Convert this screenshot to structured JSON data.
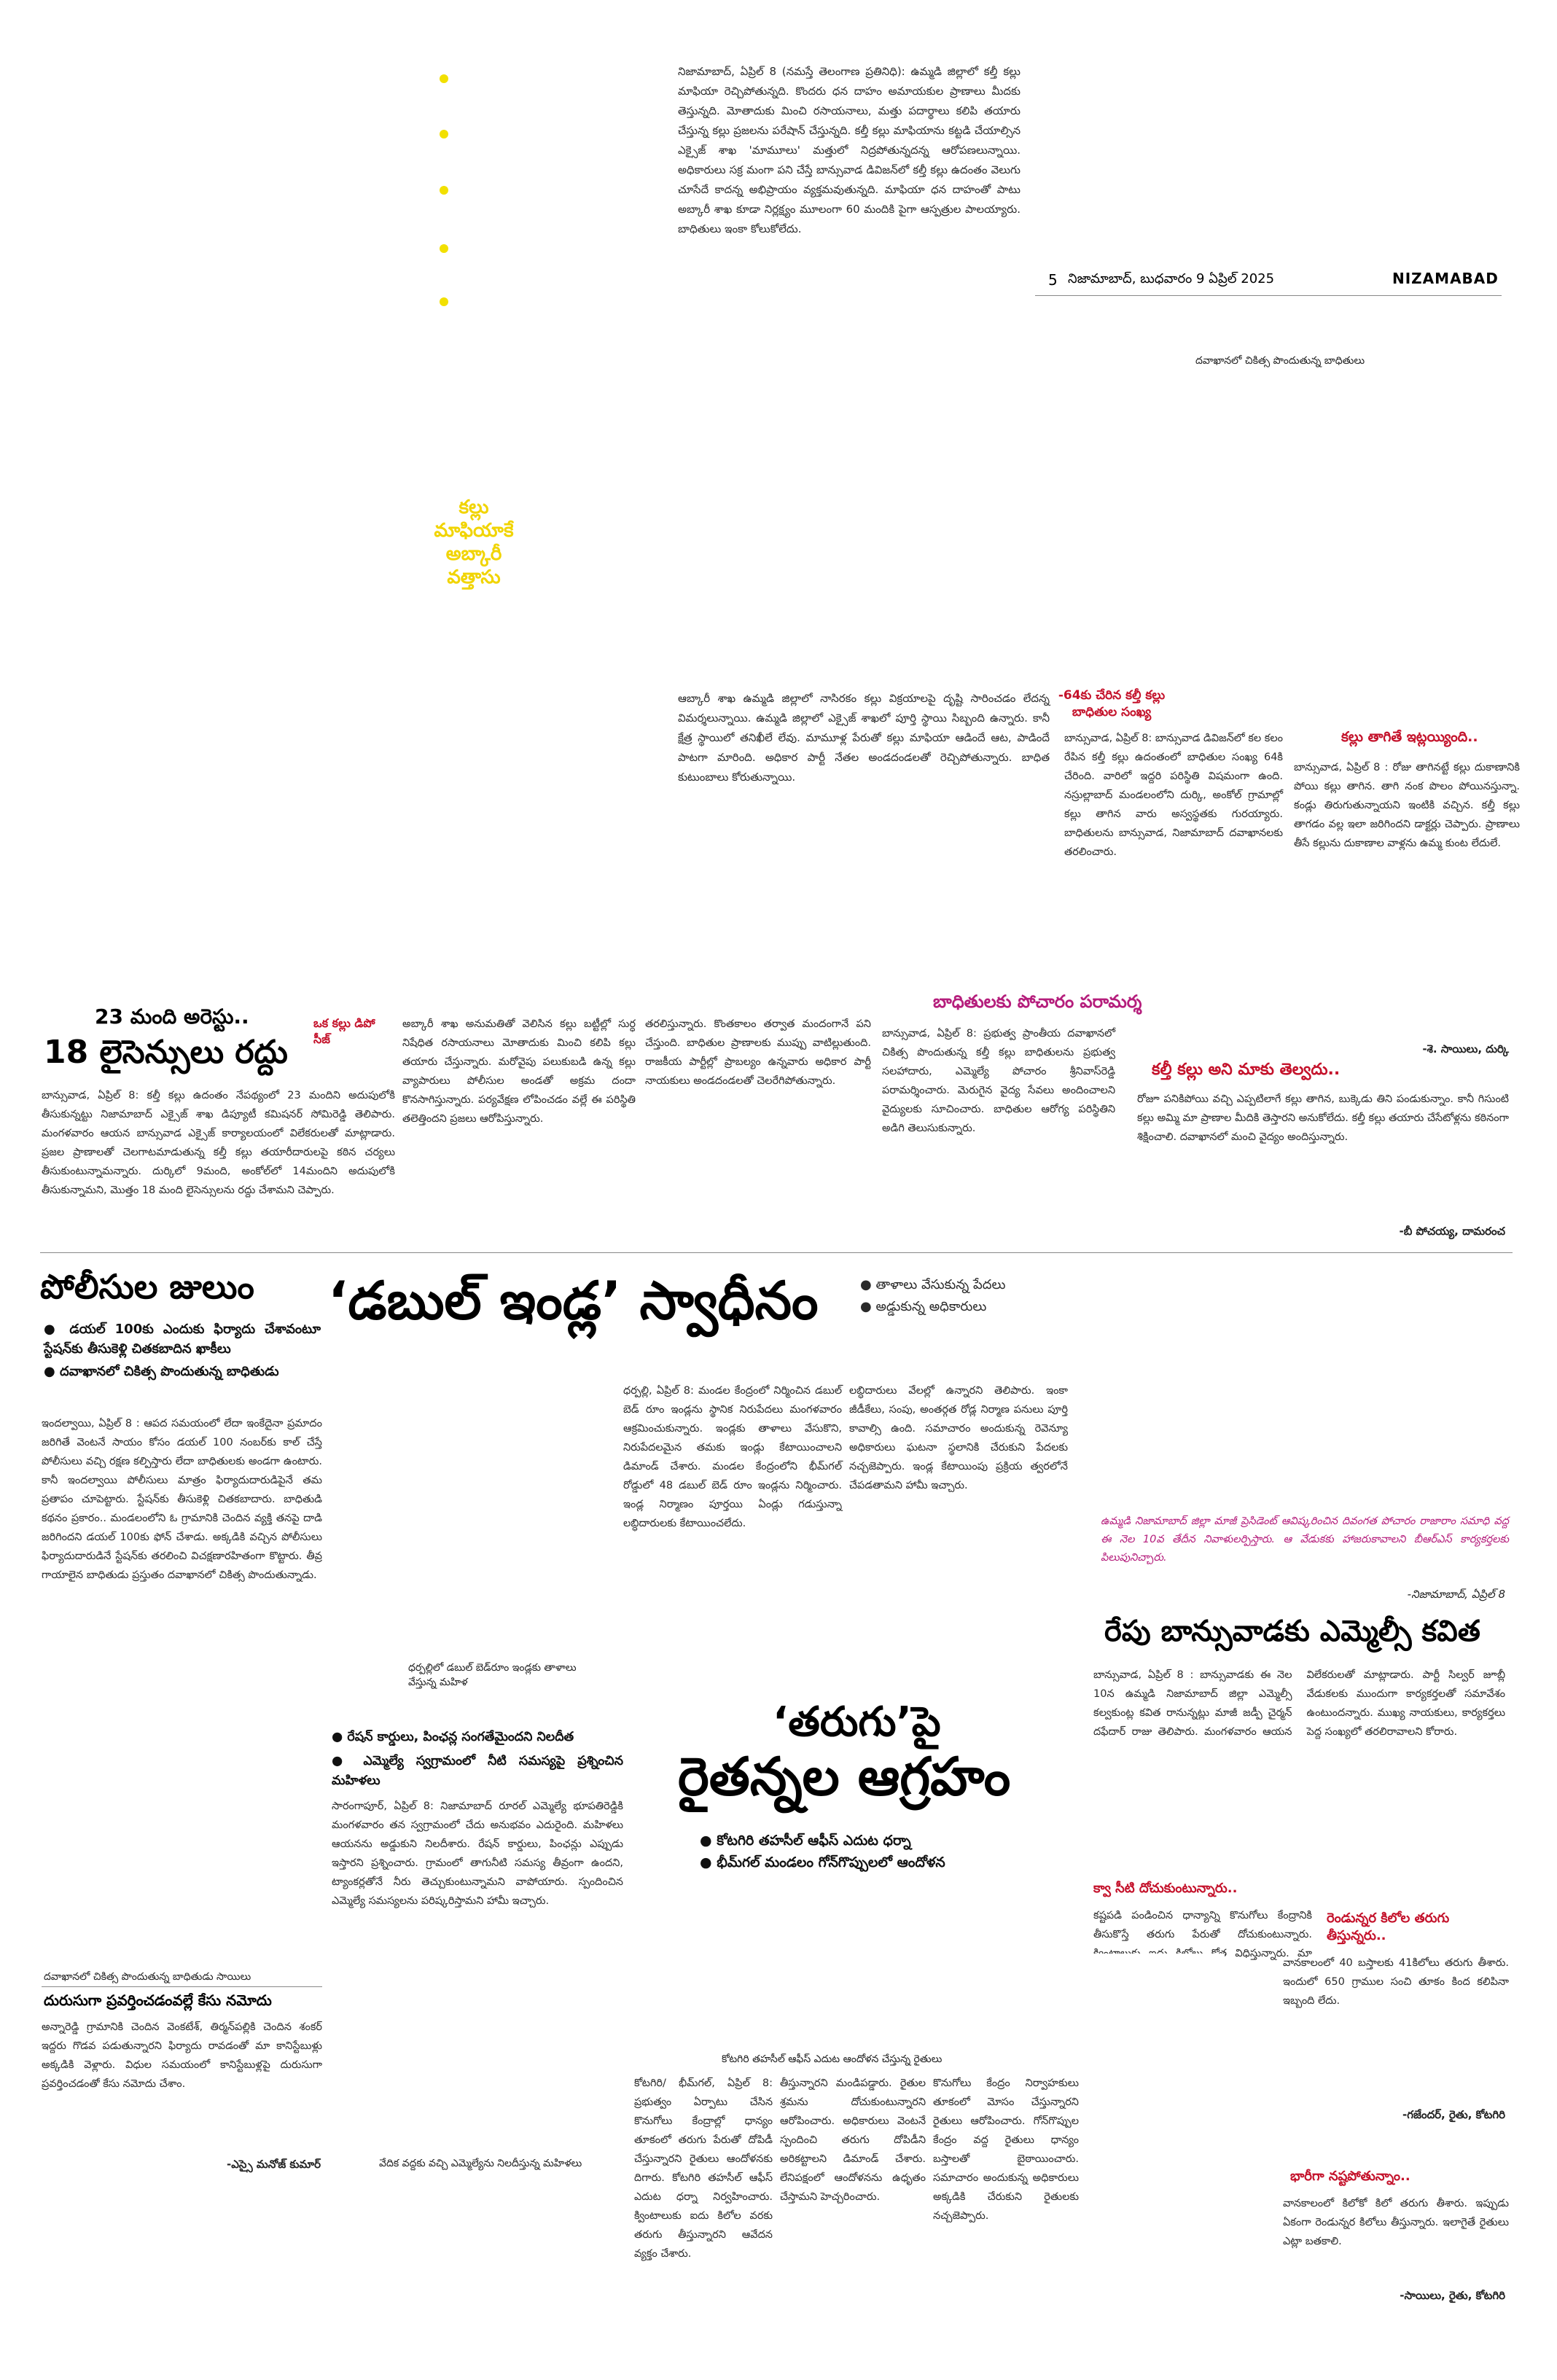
{
  "masthead": {
    "page_no": "5",
    "dateline": "నిజామాబాద్, బుధవారం 9 ఏప్రిల్ 2025",
    "section": "NIZAMABAD"
  },
  "top_story": {
    "head": [
      "కల్లు",
      "మాఫియాకే",
      "అబ్కారీ",
      "వత్తాసు"
    ],
    "intro": "నిజామాబాద్, ఏప్రిల్ 8 (నమస్తే తెలంగాణ ప్రతినిధి): ఉమ్మడి జిల్లాలో కల్తీ కల్లు మాఫియా రెచ్చిపోతున్నది. కొందరు ధన దాహం అమాయకుల ప్రాణాలు మీదకు తెస్తున్నది. మోతాదుకు మించి రసాయనాలు, మత్తు పదార్థాలు కలిపి తయారు చేస్తున్న కల్లు ప్రజలను పరేషాన్ చేస్తున్నది. కల్తీ కల్లు మాఫియాను కట్టడి చేయాల్సిన ఎక్సైజ్ శాఖ 'మామూలు' మత్తులో నిద్రపోతున్నదన్న ఆరోపణలున్నాయి. అధికారులు సక్ర మంగా పని చేస్తే బాన్సువాడ డివిజన్‌లో కల్తీ కల్లు ఉదంతం వెలుగు చూసేదే కాదన్న అభిప్రాయం వ్యక్తమవుతున్నది. మాఫియా ధన దాహంతో పాటు అబ్కారీ శాఖ కూడా నిర్లక్ష్యం మూలంగా 60 మందికి పైగా ఆస్పత్రుల పాలయ్యారు. బాధితులు ఇంకా కోలుకోలేదు.",
    "caption": "దవాఖానలో చికిత్స పొందుతున్న బాధితులు",
    "col2": "ఆబ్కారీ శాఖ ఉమ్మడి జిల్లాలో నాసిరకం కల్లు విక్రయాలపై దృష్టి సారించడం లేదన్న విమర్శలున్నాయి. ఉమ్మడి జిల్లాలో ఎక్సైజ్ శాఖలో పూర్తి స్థాయి సిబ్బంది ఉన్నారు. కానీ క్షేత్ర స్థాయిలో తనిఖీలే లేవు. మామూళ్ల పేరుతో కల్లు మాఫియా ఆడిందే ఆట, పాడిందే పాటగా మారింది. అధికార పార్టీ నేతల అండదండలతో రెచ్చిపోతున్నారు. బాధిత కుటుంబాలు కోరుతున్నాయి.",
    "sidebar_head": "-64కు చేరిన కల్తీ కల్లు బాధితుల సంఖ్య",
    "sidebar_body": "బాన్సువాడ, ఏప్రిల్ 8: బాన్సువాడ డివిజన్‌లో కల కలం రేపిన కల్తీ కల్లు ఉదంతంలో బాధితుల సంఖ్య 64కి చేరింది. వారిలో ఇద్దరి పరిస్థితి విషమంగా ఉంది. నస్రుల్లాబాద్ మండలంలోని దుర్కి, అంకోల్ గ్రామాల్లో కల్లు తాగిన వారు అస్వస్థతకు గురయ్యారు. బాధితులను బాన్సువాడ, నిజామాబాద్ దవాఖానలకు తరలించారు."
  },
  "toddy_box": {
    "title": "కల్లు తాగితే ఇట్లయ్యింది..",
    "body": "బాన్సువాడ, ఏప్రిల్ 8 : రోజు తాగినట్టే కల్లు దుకాణానికి పోయి కల్లు తాగిన. తాగి నంక పొలం పోయినస్తున్నా. కండ్లు తిరుగుతున్నాయని ఇంటికి వచ్చిన. కల్తీ కల్లు తాగడం వల్ల ఇలా జరిగిందని డాక్టర్లు చెప్పారు. ప్రాణాలు తీసే కల్లును దుకాణాల వాళ్లను ఉమ్మ కుంట లేదులే.",
    "sig": "-శె. సాయిలు, దుర్కి"
  },
  "arrests": {
    "kicker": "23 మంది అరెస్టు..",
    "head": "18 లైసెన్సులు రద్దు",
    "tag": "ఒక కల్లు డిపో సీజ్",
    "body": "బాన్సువాడ, ఏప్రిల్ 8: కల్తీ కల్లు ఉదంతం నేపథ్యంలో 23 మందిని అదుపులోకి తీసుకున్నట్టు నిజామాబాద్ ఎక్సైజ్ శాఖ డిప్యూటీ కమిషనర్ సోమిరెడ్డి తెలిపారు. మంగళవారం ఆయన బాన్సువాడ ఎక్సైజ్ కార్యాలయంలో విలేకరులతో మాట్లాడారు. ప్రజల ప్రాణాలతో చెలగాటమాడుతున్న కల్తీ కల్లు తయారీదారులపై కఠిన చర్యలు తీసుకుంటున్నామన్నారు. దుర్కిలో 9మంది, అంకోల్‌లో 14మందిని అదుపులోకి తీసుకున్నామని, మొత్తం 18 మంది లైసెన్సులను రద్దు చేశామని చెప్పారు.",
    "col2": "అబ్కారీ శాఖ అనుమతితో వెలిసిన కల్లు బట్టీల్లో సుర్ధ నిషేధిత రసాయనాలు మోతాదుకు మించి కలిపి కల్లు తయారు చేస్తున్నారు. మరోవైపు పలుకుబడి ఉన్న కల్లు వ్యాపారులు పోలీసుల అండతో అక్రమ దందా కొనసాగిస్తున్నారు. పర్యవేక్షణ లోపించడం వల్లే ఈ పరిస్థితి తలెత్తిందని ప్రజలు ఆరోపిస్తున్నారు.",
    "col3": "తరలిస్తున్నారు. కొంతకాలం తర్వాత మందంగానే పని చేస్తుంది. బాధితుల ప్రాణాలకు ముప్పు వాటిల్లుతుంది. రాజకీయ పార్టీల్లో ప్రాబల్యం ఉన్నవారు అధికార పార్టీ నాయకులు అండదండలతో చెలరేగిపోతున్నారు."
  },
  "campaign": {
    "head": "బాధితులకు పోచారం పరామర్శ",
    "body": "బాన్సువాడ, ఏప్రిల్ 8: ప్రభుత్వ ప్రాంతీయ దవాఖానలో చికిత్స పొందుతున్న కల్తీ కల్లు బాధితులను ప్రభుత్వ సలహాదారు, ఎమ్మెల్యే పోచారం శ్రీనివాస్‌రెడ్డి పరామర్శించారు. మెరుగైన వైద్య సేవలు అందించాలని వైద్యులకు సూచించారు. బాధితుల ఆరోగ్య పరిస్థితిని అడిగి తెలుసుకున్నారు."
  },
  "telvadu": {
    "head": "కల్తీ కల్లు అని మాకు తెల్వదు..",
    "body": "రోజూ పనికిపోయి వచ్చి ఎప్పటిలాగే కల్లు తాగిన, బుక్కెడు తిని పండుకున్నాం. కానీ గిసుంటి కల్లు అమ్మి మా ప్రాణాల మీదికి తెస్తారని అనుకోలేదు. కల్తీ కల్లు తయారు చేసేటోళ్లను కఠినంగా శిక్షించాలి. దవాఖానలో మంచి వైద్యం అందిస్తున్నారు.",
    "sig": "-బీ పోచయ్య, దామరంచ"
  },
  "police": {
    "head": "పోలీసుల జులుం",
    "bullets": [
      "డయల్ 100కు ఎందుకు ఫిర్యాదు చేశావంటూ స్టేషన్‌కు తీసుకెళ్లి చితకబాదిన ఖాకీలు",
      "దవాఖానలో చికిత్స పొందుతున్న బాధితుడు"
    ],
    "body": "ఇందల్వాయి, ఏప్రిల్ 8 : ఆపద సమయంలో లేదా ఇంకేదైనా ప్రమాదం జరిగితే వెంటనే సాయం కోసం డయల్ 100 నంబర్‌కు కాల్ చేస్తే పోలీసులు వచ్చి రక్షణ కల్పిస్తారు లేదా బాధితులకు అండగా ఉంటారు. కానీ ఇందల్వాయి పోలీసులు మాత్రం ఫిర్యాదుదారుడిపైనే తమ ప్రతాపం చూపెట్టారు. స్టేషన్‌కు తీసుకెళ్లి చితకబాదారు. బాధితుడి కథనం ప్రకారం.. మండలంలోని ఓ గ్రామానికి చెందిన వ్యక్తి తనపై దాడి జరిగిందని డయల్ 100కు ఫోన్ చేశాడు. అక్కడికి వచ్చిన పోలీసులు ఫిర్యాదుదారుడినే స్టేషన్‌కు తరలించి విచక్షణారహితంగా కొట్టారు. తీవ్ర గాయాలైన బాధితుడు ప్రస్తుతం దవాఖానలో చికిత్స పొందుతున్నాడు.",
    "caption": "దవాఖానలో చికిత్స పొందుతున్న బాధితుడు సాయిలు",
    "sub_head": "దురుసుగా ప్రవర్తించడంవల్లే కేసు నమోదు",
    "sub_body": "అన్నారెడ్డి గ్రామానికి చెందిన వెంకటేశ్, తిర్మన్‌పల్లికి చెందిన శంకర్ ఇద్దరు గొడవ పడుతున్నారని ఫిర్యాదు రావడంతో మా కానిస్టేబుళ్లు అక్కడికి వెళ్లారు. విధుల సమయంలో కానిస్టేబుళ్లపై దురుసుగా ప్రవర్తించడంతో కేసు నమోదు చేశాం.",
    "sub_sig": "-ఎస్సై మనోజ్ కుమార్"
  },
  "double": {
    "head": "‘డబుల్ ఇండ్ల’ స్వాధీనం",
    "bullets": [
      "తాళాలు వేసుకున్న పేదలు",
      "అడ్డుకున్న అధికారులు"
    ],
    "col1": "ధర్పల్లి, ఏప్రిల్ 8: మండల కేంద్రంలో నిర్మించిన డబుల్ బెడ్ రూం ఇండ్లను స్థానిక నిరుపేదలు మంగళవారం ఆక్రమించుకున్నారు. ఇండ్లకు తాళాలు వేసుకొని, నిరుపేదలమైన తమకు ఇండ్లు కేటాయించాలని డిమాండ్ చేశారు. మండల కేంద్రంలోని భీమ్‌గల్ రోడ్డులో 48 డబుల్ బెడ్ రూం ఇండ్లను నిర్మించారు. ఇండ్ల నిర్మాణం పూర్తయి ఏండ్లు గడుస్తున్నా లబ్ధిదారులకు కేటాయించలేదు.",
    "col2": "లబ్ధిదారులు వేలల్లో ఉన్నారని తెలిపారు. ఇంకా జీడీకేలు, సంపు, అంతర్గత రోడ్ల నిర్మాణ పనులు పూర్తి కావాల్సి ఉంది. సమాచారం అందుకున్న రెవెన్యూ అధికారులు ఘటనా స్థలానికి చేరుకుని పేదలకు నచ్చజెప్పారు. ఇండ్ల కేటాయింపు ప్రక్రియ త్వరలోనే చేపడతామని హామీ ఇచ్చారు.",
    "caption": "ధర్పల్లిలో డబుల్ బెడ్‌రూం ఇండ్లకు తాళాలు వేస్తున్న మహిళ"
  },
  "kavitha": {
    "head": "రేపు బాన్సువాడకు ఎమ్మెల్సీ కవిత",
    "banner": "ఉమ్మడి నిజామాబాద్ జిల్లా మాజీ ప్రెసిడెంట్ ఆవిష్కరించిన దివంగత పోచారం రాజారాం సమాధి వద్ద ఈ నెల 10వ తేదీన నివాళులర్పిస్తారు. ఆ వేడుకకు హాజరుకావాలని బీఆర్‌ఎస్ కార్యకర్తలకు పిలుపునిచ్చారు.",
    "banner_sig": "-నిజామాబాద్, ఏప్రిల్ 8",
    "body": "బాన్సువాడ, ఏప్రిల్ 8 : బాన్సువాడకు ఈ నెల 10న ఉమ్మడి నిజామాబాద్ జిల్లా ఎమ్మెల్సీ కల్వకుంట్ల కవిత రానున్నట్లు మాజీ జడ్పీ చైర్మన్ దఫేదార్ రాజు తెలిపారు. మంగళవారం ఆయన విలేకరులతో మాట్లాడారు. పార్టీ సిల్వర్ జూబ్లీ వేడుకలకు ముందుగా కార్యకర్తలతో సమావేశం ఉంటుందన్నారు. ముఖ్య నాయకులు, కార్యకర్తలు పెద్ద సంఖ్యలో తరలిరావాలని కోరారు."
  },
  "ration": {
    "bullets": [
      "రేషన్ కార్డులు, పింఛన్ల సంగతేమైందని నిలదీత",
      "ఎమ్మెల్యే స్వగ్రామంలో నీటి సమస్యపై ప్రశ్నించిన మహిళలు"
    ],
    "body": "సారంగాపూర్, ఏప్రిల్ 8: నిజామాబాద్ రూరల్ ఎమ్మెల్యే భూపతిరెడ్డికి మంగళవారం తన స్వగ్రామంలో చేదు అనుభవం ఎదురైంది. మహిళలు ఆయనను అడ్డుకుని నిలదీశారు. రేషన్ కార్డులు, పింఛన్లు ఎప్పుడు ఇస్తారని ప్రశ్నించారు. గ్రామంలో తాగునీటి సమస్య తీవ్రంగా ఉందని, ట్యాంకర్లతోనే నీరు తెచ్చుకుంటున్నామని వాపోయారు. స్పందించిన ఎమ్మెల్యే సమస్యలను పరిష్కరిస్తామని హామీ ఇచ్చారు.",
    "caption": "వేదిక వద్దకు వచ్చి ఎమ్మెల్యేను నిలదీస్తున్న మహిళలు"
  },
  "tarugu": {
    "head1": "‘తరుగు’పై",
    "head2": "రైతన్నల ఆగ్రహం",
    "bullets": [
      "కోటగిరి తహసీల్ ఆఫీస్ ఎదుట ధర్నా",
      "భీమ్‌గల్ మండలం గోన్‌గొప్పులలో ఆందోళన"
    ],
    "caption": "కోటగిరి తహసీల్ ఆఫీస్ ఎదుట ఆందోళన చేస్తున్న రైతులు",
    "body1": "కోటగిరి/ భీమ్‌గల్, ఏప్రిల్ 8: ప్రభుత్వం ఏర్పాటు చేసిన కొనుగోలు కేంద్రాల్లో ధాన్యం తూకంలో తరుగు పేరుతో దోపిడీ చేస్తున్నారని రైతులు ఆందోళనకు దిగారు. కోటగిరి తహసీల్ ఆఫీస్ ఎదుట ధర్నా నిర్వహించారు. క్వింటాలుకు ఐదు కిలోల వరకు తరుగు తీస్తున్నారని ఆవేదన వ్యక్తం చేశారు.",
    "body2": "తీస్తున్నారని మండిపడ్డారు. రైతుల శ్రమను దోచుకుంటున్నారని ఆరోపించారు. అధికారులు వెంటనే స్పందించి తరుగు దోపిడీని అరికట్టాలని డిమాండ్ చేశారు. లేనిపక్షంలో ఆందోళనను ఉధృతం చేస్తామని హెచ్చరించారు.",
    "body3": "కొనుగోలు కేంద్రం నిర్వాహకులు తూకంలో మోసం చేస్తున్నారని రైతులు ఆరోపించారు. గోన్‌గొప్పుల కేంద్రం వద్ద రైతులు ధాన్యం బస్తాలతో బైఠాయించారు. సమాచారం అందుకున్న అధికారులు అక్కడికి చేరుకుని రైతులకు నచ్చజెప్పారు."
  },
  "qs": [
    {
      "head": "క్వా సీటి దోచుకుంటున్నారు..",
      "body": "కష్టపడి పండించిన ధాన్యాన్ని కొనుగోలు కేంద్రానికి తీసుకొస్తే తరుగు పేరుతో దోచుకుంటున్నారు. క్వింటాలుకు ఐదు కిలోలు కోత విధిస్తున్నారు. మా కష్టాన్ని దోచుకుంటున్నారు."
    },
    {
      "head": "రెండున్నర కిలోల తరుగు తీస్తున్నరు..",
      "body": "వానకాలంలో 40 బస్తాలకు 41కిలోలు తరుగు తీశారు. ఇందులో 650 గ్రాముల సంచి తూకం కింద కలిపినా ఇబ్బంది లేదు.",
      "sig": "-గజేందర్, రైతు, కోటగిరి"
    },
    {
      "head": "భారీగా నష్టపోతున్నాం..",
      "body": "వానకాలంలో కిలోకో కిలో తరుగు తీశారు. ఇప్పుడు ఏకంగా రెండున్నర కిలోలు తీస్తున్నారు. ఇలాగైతే రైతులు ఎట్లా బతకాలి.",
      "sig": "-సాయిలు, రైతు, కోటగిరి"
    }
  ]
}
